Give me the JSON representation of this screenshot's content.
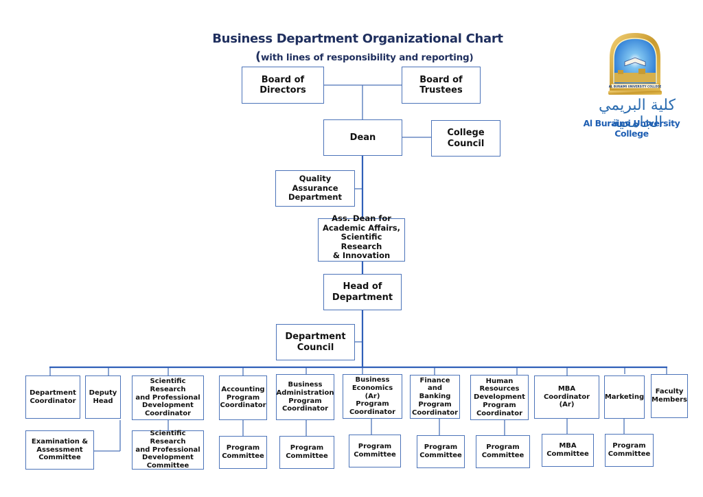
{
  "header": {
    "title": "Business Department Organizational Chart",
    "subtitle_paren_open": "(",
    "subtitle": "with lines of responsibility and reporting)"
  },
  "logo": {
    "arabic_name": "كلية البريمي الجامعية",
    "english_name": "Al Buraimi University College",
    "badge_text": "AL BURAIMI UNIVERSITY COLLEGE"
  },
  "colors": {
    "line": "#2f5fb8",
    "box_border": "#4a72b8",
    "title": "#1f2f5e",
    "logo_blue": "#1f5fb3"
  },
  "nodes": {
    "board_directors": "Board of\nDirectors",
    "board_trustees": "Board of\nTrustees",
    "dean": "Dean",
    "college_council": "College\nCouncil",
    "quality_assurance": "Quality Assurance\nDepartment",
    "assoc_dean": "Ass. Dean for\nAcademic Affairs,\nScientific Research\n& Innovation",
    "head_department": "Head of\nDepartment",
    "department_council": "Department\nCouncil",
    "department_coordinator": "Department\nCoordinator",
    "deputy_head": "Deputy\nHead",
    "exam_committee": "Examination &\nAssessment\nCommittee",
    "srpd_coordinator": "Scientific Research\nand Professional\nDevelopment\nCoordinator",
    "srpd_committee": "Scientific Research\nand Professional\nDevelopment\nCommittee",
    "accounting_coordinator": "Accounting\nProgram\nCoordinator",
    "accounting_committee": "Program\nCommittee",
    "ba_coordinator": "Business\nAdministration\nProgram\nCoordinator",
    "ba_committee": "Program\nCommittee",
    "be_coordinator": "Business\nEconomics (Ar)\nProgram\nCoordinator",
    "be_committee": "Program\nCommittee",
    "fb_coordinator": "Finance and\nBanking\nProgram\nCoordinator",
    "fb_committee": "Program\nCommittee",
    "hrd_coordinator": "Human\nResources\nDevelopment\nProgram\nCoordinator",
    "hrd_committee": "Program\nCommittee",
    "mba_coordinator": "MBA\nCoordinator (Ar)",
    "mba_committee": "MBA\nCommittee",
    "marketing": "Marketing",
    "marketing_committee": "Program\nCommittee",
    "faculty_members": "Faculty\nMembers"
  }
}
